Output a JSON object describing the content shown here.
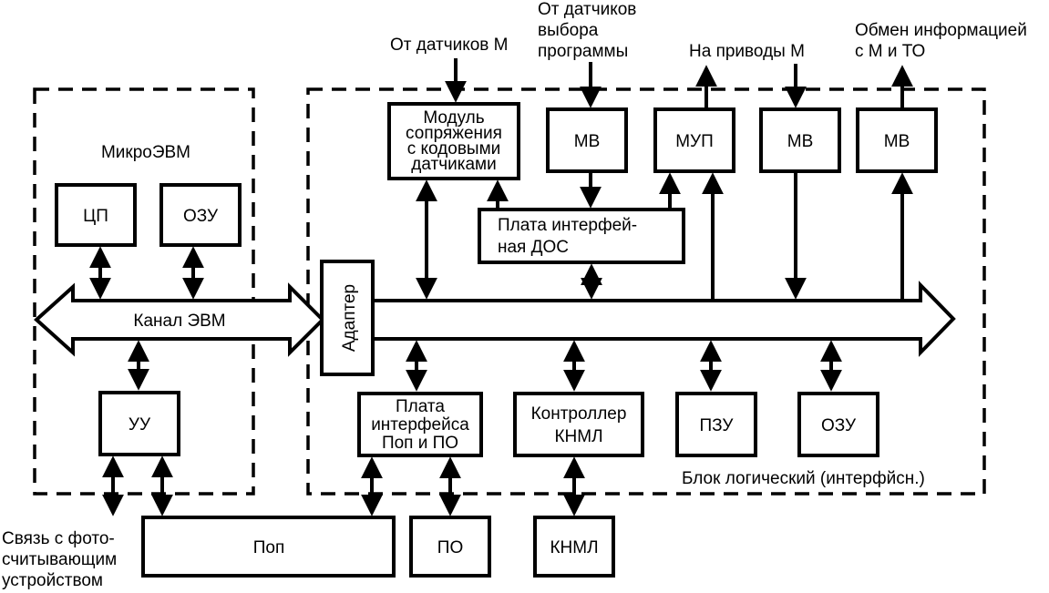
{
  "microcomputer": {
    "title": "МикроЭВМ",
    "cpu": "ЦП",
    "ram": "ОЗУ",
    "channel": "Канал ЭВМ",
    "control_unit": "УУ"
  },
  "logic_block": {
    "caption": "Блок логический (интерфйсн.)",
    "adapter": "Адаптер",
    "encoder_module": [
      "Модуль",
      "сопряжения",
      "с кодовыми",
      "датчиками"
    ],
    "mv_program": "МВ",
    "mup": "МУП",
    "mv_drives": "МВ",
    "mv_exchange": "МВ",
    "dos_board": [
      "Плата интерфей-",
      "ная ДОС"
    ],
    "pop_po_board": [
      "Плата",
      "интерфейса",
      "Поп и ПО"
    ],
    "knml_controller": [
      "Контроллер",
      "КНМЛ"
    ],
    "rom": "ПЗУ",
    "ram": "ОЗУ"
  },
  "external": {
    "from_sensors": "От датчиков М",
    "from_program_sensors": [
      "От датчиков",
      "выбора",
      "программы"
    ],
    "to_drives": "На приводы М",
    "exchange": [
      "Обмен информацией",
      "с М и ТО"
    ],
    "photo_reader": [
      "Связь с фото-",
      "считывающим",
      "устройством"
    ]
  },
  "peripherals": {
    "pop": "Поп",
    "po": "ПО",
    "knml": "КНМЛ"
  }
}
